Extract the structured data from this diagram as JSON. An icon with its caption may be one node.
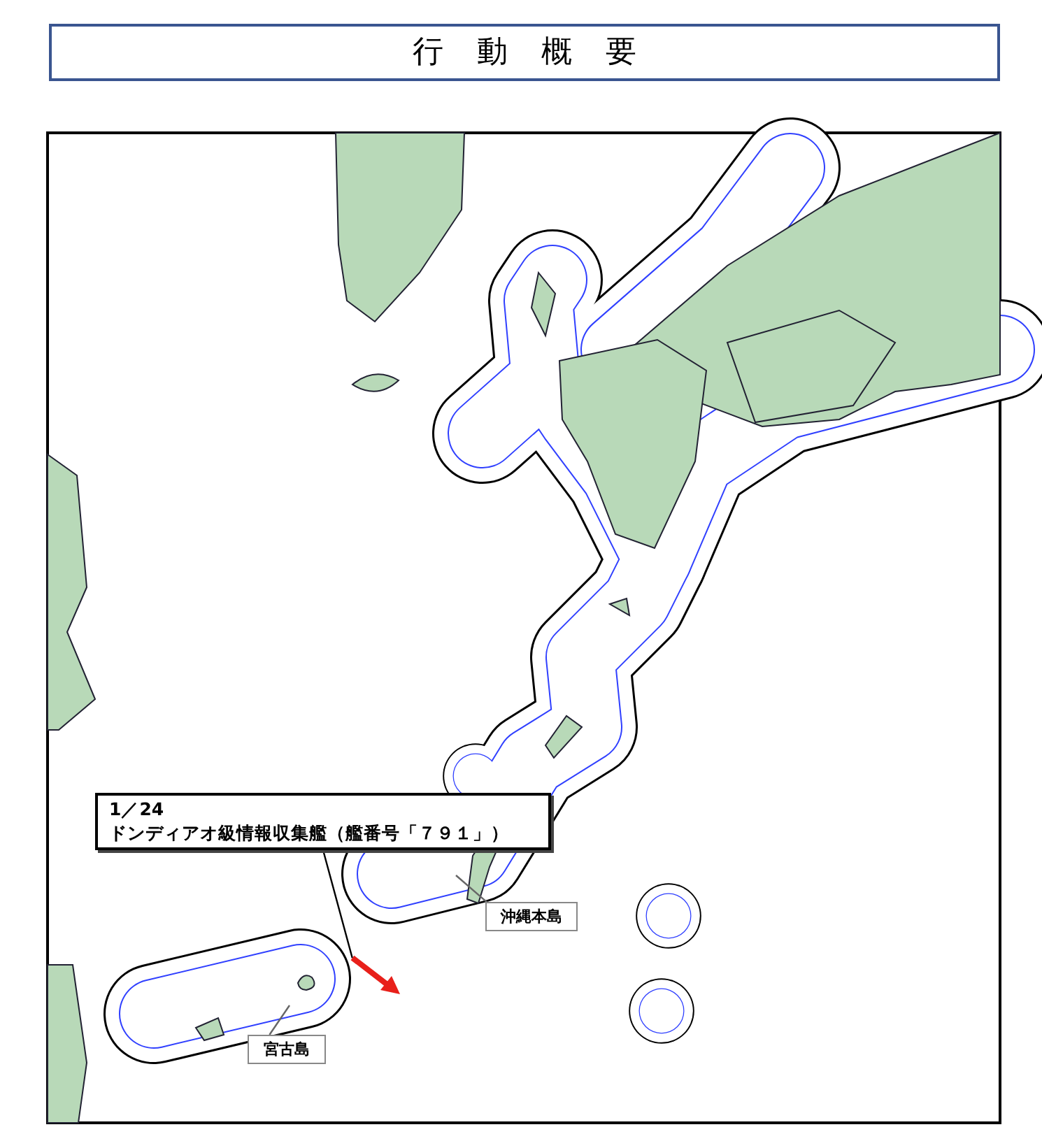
{
  "diagram": {
    "title": "行動概要",
    "nodes": [
      {
        "text": [
          "1／24",
          "ドンディアオ級情報収集艦（艦番号「７９１」）"
        ]
      },
      {
        "text": [],
        "shape": "arrow"
      },
      {
        "text": [
          "沖縄本島"
        ]
      },
      {
        "text": [
          "宮古島"
        ]
      }
    ],
    "edges": [
      {
        "from": 0,
        "to": 1,
        "arrow": "none",
        "color": "#000000"
      },
      {
        "from": 2,
        "to": null,
        "arrow": "none"
      },
      {
        "from": 3,
        "to": null,
        "arrow": "none"
      }
    ]
  }
}
